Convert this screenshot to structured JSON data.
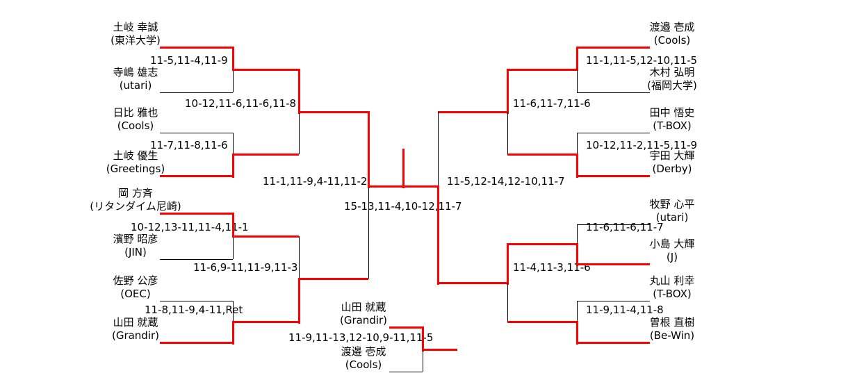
{
  "colors": {
    "winner_path": "#ff0000",
    "bracket_line": "#000000",
    "background": "#ffffff",
    "text": "#000000"
  },
  "left": {
    "players": [
      {
        "name": "土岐 幸誠",
        "club": "(東洋大学)"
      },
      {
        "name": "寺嶋 雄志",
        "club": "(utari)"
      },
      {
        "name": "日比 雅也",
        "club": "(Cools)"
      },
      {
        "name": "土岐 優生",
        "club": "(Greetings)"
      },
      {
        "name": "岡 方斉",
        "club": "(リタンダイム尼崎)"
      },
      {
        "name": "濱野 昭彦",
        "club": "(JIN)"
      },
      {
        "name": "佐野 公彦",
        "club": "(OEC)"
      },
      {
        "name": "山田 就蔵",
        "club": "(Grandir)"
      }
    ],
    "scores": {
      "r1_m1": "11-5,11-4,11-9",
      "r1_m2": "11-7,11-8,11-6",
      "r1_m3": "10-12,13-11,11-4,11-1",
      "r1_m4": "11-8,11-9,4-11,Ret",
      "r2_top": "10-12,11-6,11-6,11-8",
      "r2_bottom": "11-6,9-11,11-9,11-3",
      "semifinal": "11-1,11-9,4-11,11-2"
    }
  },
  "right": {
    "players": [
      {
        "name": "渡邉 壱成",
        "club": "(Cools)"
      },
      {
        "name": "木村 弘明",
        "club": "(福岡大学)"
      },
      {
        "name": "田中 悟史",
        "club": "(T-BOX)"
      },
      {
        "name": "宇田 大輝",
        "club": "(Derby)"
      },
      {
        "name": "牧野 心平",
        "club": "(utari)"
      },
      {
        "name": "小島 大輝",
        "club": "(J)"
      },
      {
        "name": "丸山 利幸",
        "club": "(T-BOX)"
      },
      {
        "name": "曽根 直樹",
        "club": "(Be-Win)"
      }
    ],
    "scores": {
      "r1_m1": "11-1,11-5,12-10,11-5",
      "r1_m2": "10-12,11-2,11-5,11-9",
      "r1_m3": "11-6,11-6,11-7",
      "r1_m4": "11-9,11-4,11-8",
      "r2_top": "11-6,11-7,11-6",
      "r2_bottom": "11-4,11-3,11-6",
      "semifinal": "11-5,12-14,12-10,11-7"
    }
  },
  "final": {
    "score": "15-13,11-4,10-12,11-7"
  },
  "third_place": {
    "players": [
      {
        "name": "山田 就蔵",
        "club": "(Grandir)"
      },
      {
        "name": "渡邉 壱成",
        "club": "(Cools)"
      }
    ],
    "score": "11-9,11-13,12-10,9-11,11-5"
  }
}
